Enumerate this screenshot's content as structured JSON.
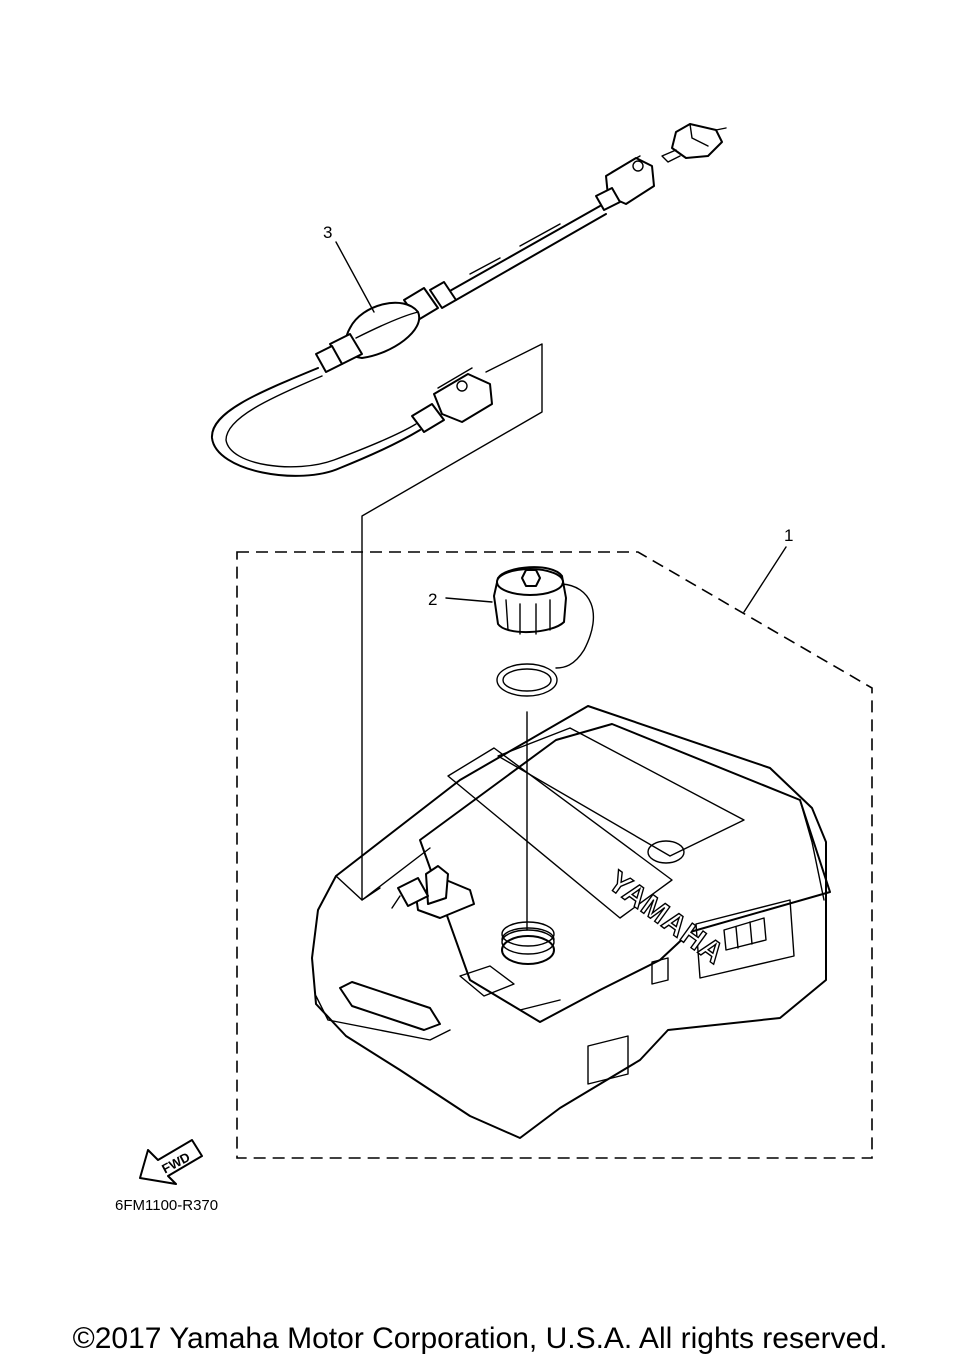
{
  "callouts": [
    {
      "number": "1",
      "part": "fuel-tank"
    },
    {
      "number": "2",
      "part": "fuel-cap"
    },
    {
      "number": "3",
      "part": "fuel-hose-primer-bulb"
    }
  ],
  "tank_brand": "YAMAHA",
  "fwd_label": "FWD",
  "ref_code": "6FM1100-R370",
  "copyright": "©2017 Yamaha Motor Corporation, U.S.A. All rights reserved."
}
